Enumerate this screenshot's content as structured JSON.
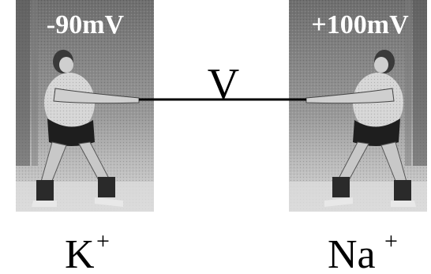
{
  "left_panel": {
    "voltage_label": "-90mV",
    "ion": "K",
    "ion_charge": "+"
  },
  "right_panel": {
    "voltage_label": "+100mV",
    "ion": "Na",
    "ion_charge": "+"
  },
  "center": {
    "label": "V"
  },
  "illustration": {
    "left_figure": "strongman-pulling-rope-icon",
    "right_figure": "strongman-pulling-rope-icon"
  },
  "colors": {
    "panel_background": "#8a8a8a",
    "rope": "#000000",
    "label_text": "#ffffff"
  }
}
